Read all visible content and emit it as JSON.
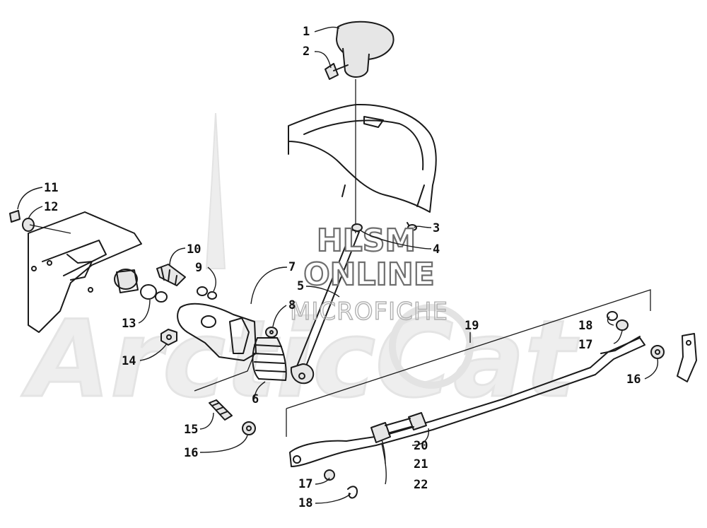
{
  "watermark": {
    "line1": "HLSM",
    "line2": "ONLINE",
    "line3": "MICROFICHE",
    "brand": "ArcticCat"
  },
  "callouts": [
    {
      "id": "c1",
      "label": "1"
    },
    {
      "id": "c2",
      "label": "2"
    },
    {
      "id": "c3",
      "label": "3"
    },
    {
      "id": "c4",
      "label": "4"
    },
    {
      "id": "c5",
      "label": "5"
    },
    {
      "id": "c6",
      "label": "6"
    },
    {
      "id": "c7",
      "label": "7"
    },
    {
      "id": "c8",
      "label": "8"
    },
    {
      "id": "c9",
      "label": "9"
    },
    {
      "id": "c10",
      "label": "10"
    },
    {
      "id": "c11",
      "label": "11"
    },
    {
      "id": "c12",
      "label": "12"
    },
    {
      "id": "c13",
      "label": "13"
    },
    {
      "id": "c14",
      "label": "14"
    },
    {
      "id": "c15",
      "label": "15"
    },
    {
      "id": "c16a",
      "label": "16"
    },
    {
      "id": "c16b",
      "label": "16"
    },
    {
      "id": "c17a",
      "label": "17"
    },
    {
      "id": "c17b",
      "label": "17"
    },
    {
      "id": "c18a",
      "label": "18"
    },
    {
      "id": "c18b",
      "label": "18"
    },
    {
      "id": "c19",
      "label": "19"
    },
    {
      "id": "c20",
      "label": "20"
    },
    {
      "id": "c21",
      "label": "21"
    },
    {
      "id": "c22",
      "label": "22"
    }
  ]
}
